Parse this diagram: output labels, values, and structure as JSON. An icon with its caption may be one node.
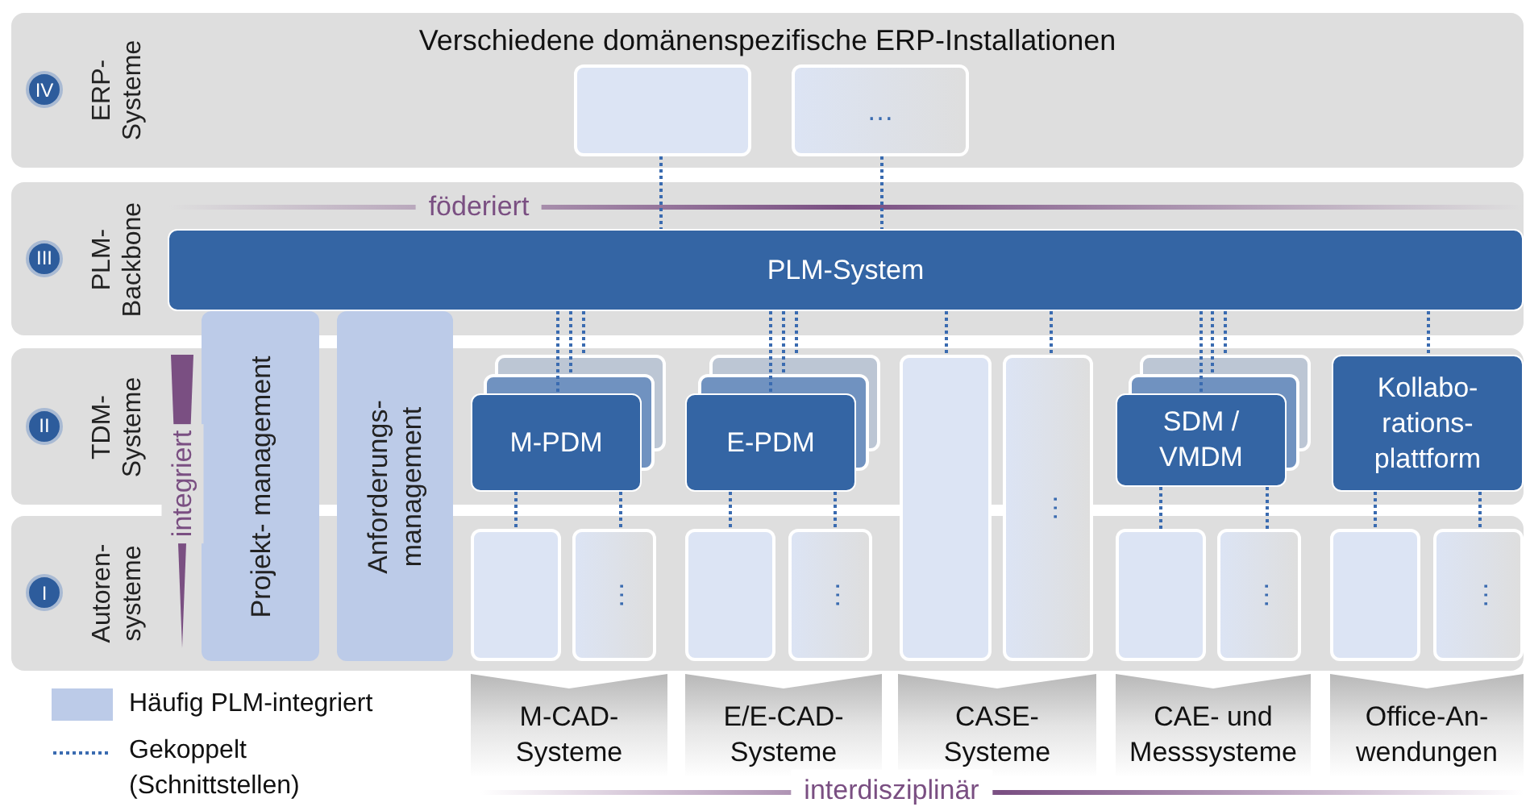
{
  "diagram": {
    "nodes": [
      {
        "text": [
          "IV",
          "ERP- Systeme",
          "Verschiedene domänenspezifische ERP-Installationen"
        ]
      },
      {
        "text": [],
        "shape": "box",
        "in": 0
      },
      {
        "text": [
          "…"
        ],
        "in": 0
      },
      {
        "text": [
          "III",
          "PLM- Backbone"
        ]
      },
      {
        "text": [
          "PLM-System"
        ],
        "in": 3
      },
      {
        "text": [
          "II",
          "TDM- Systeme"
        ]
      },
      {
        "text": [
          "Projekt- management"
        ]
      },
      {
        "text": [
          "Anforderungs- management"
        ]
      },
      {
        "text": [
          "M-PDM"
        ],
        "in": 5
      },
      {
        "text": [
          "E-PDM"
        ],
        "in": 5
      },
      {
        "text": [],
        "shape": "box"
      },
      {
        "text": [
          "…"
        ]
      },
      {
        "text": [
          "SDM / VMDM"
        ],
        "in": 5
      },
      {
        "text": [
          "Kollabo- rations- plattform"
        ],
        "in": 5
      },
      {
        "text": [
          "I",
          "Autoren- systeme"
        ]
      },
      {
        "text": [],
        "shape": "box",
        "in": 14
      },
      {
        "text": [
          "…"
        ],
        "in": 14
      },
      {
        "text": [],
        "shape": "box",
        "in": 14
      },
      {
        "text": [
          "…"
        ],
        "in": 14
      },
      {
        "text": [],
        "shape": "box",
        "in": 14
      },
      {
        "text": [
          "…"
        ],
        "in": 14
      },
      {
        "text": [],
        "shape": "box",
        "in": 14
      },
      {
        "text": [
          "…"
        ],
        "in": 14
      },
      {
        "text": [
          "M-CAD- Systeme"
        ]
      },
      {
        "text": [
          "E/E-CAD- Systeme"
        ]
      },
      {
        "text": [
          "CASE- Systeme"
        ]
      },
      {
        "text": [
          "CAE- und Messsysteme"
        ]
      },
      {
        "text": [
          "Office-An- wendungen"
        ]
      },
      {
        "text": [
          "integriert"
        ]
      }
    ],
    "edges": [
      {
        "from": 1,
        "to": 4,
        "arrow": "none"
      },
      {
        "from": 2,
        "to": 4,
        "arrow": "none"
      },
      {
        "from": 4,
        "to": 8,
        "arrow": "none"
      },
      {
        "from": 4,
        "to": 8,
        "arrow": "none"
      },
      {
        "from": 4,
        "to": 8,
        "arrow": "none"
      },
      {
        "from": 4,
        "to": 9,
        "arrow": "none"
      },
      {
        "from": 4,
        "to": 9,
        "arrow": "none"
      },
      {
        "from": 4,
        "to": 9,
        "arrow": "none"
      },
      {
        "from": 4,
        "to": 10,
        "arrow": "none"
      },
      {
        "from": 4,
        "to": 11,
        "arrow": "none"
      },
      {
        "from": 4,
        "to": 12,
        "arrow": "none"
      },
      {
        "from": 4,
        "to": 12,
        "arrow": "none"
      },
      {
        "from": 4,
        "to": 12,
        "arrow": "none"
      },
      {
        "from": 4,
        "to": 13,
        "arrow": "none"
      },
      {
        "from": 8,
        "to": 15,
        "arrow": "none"
      },
      {
        "from": 8,
        "to": 16,
        "arrow": "none"
      },
      {
        "from": 9,
        "to": 17,
        "arrow": "none"
      },
      {
        "from": 9,
        "to": 18,
        "arrow": "none"
      },
      {
        "from": 12,
        "to": 19,
        "arrow": "none"
      },
      {
        "from": 12,
        "to": 20,
        "arrow": "none"
      },
      {
        "from": 13,
        "to": 21,
        "arrow": "none"
      },
      {
        "from": 13,
        "to": 22,
        "arrow": "none"
      }
    ],
    "labels": [
      "föderiert",
      "interdisziplinär"
    ],
    "legend": [
      {
        "text": "Häufig PLM-integriert",
        "color": "#bccbe8"
      },
      {
        "text": "Gekoppelt (Schnittstellen)"
      }
    ]
  }
}
